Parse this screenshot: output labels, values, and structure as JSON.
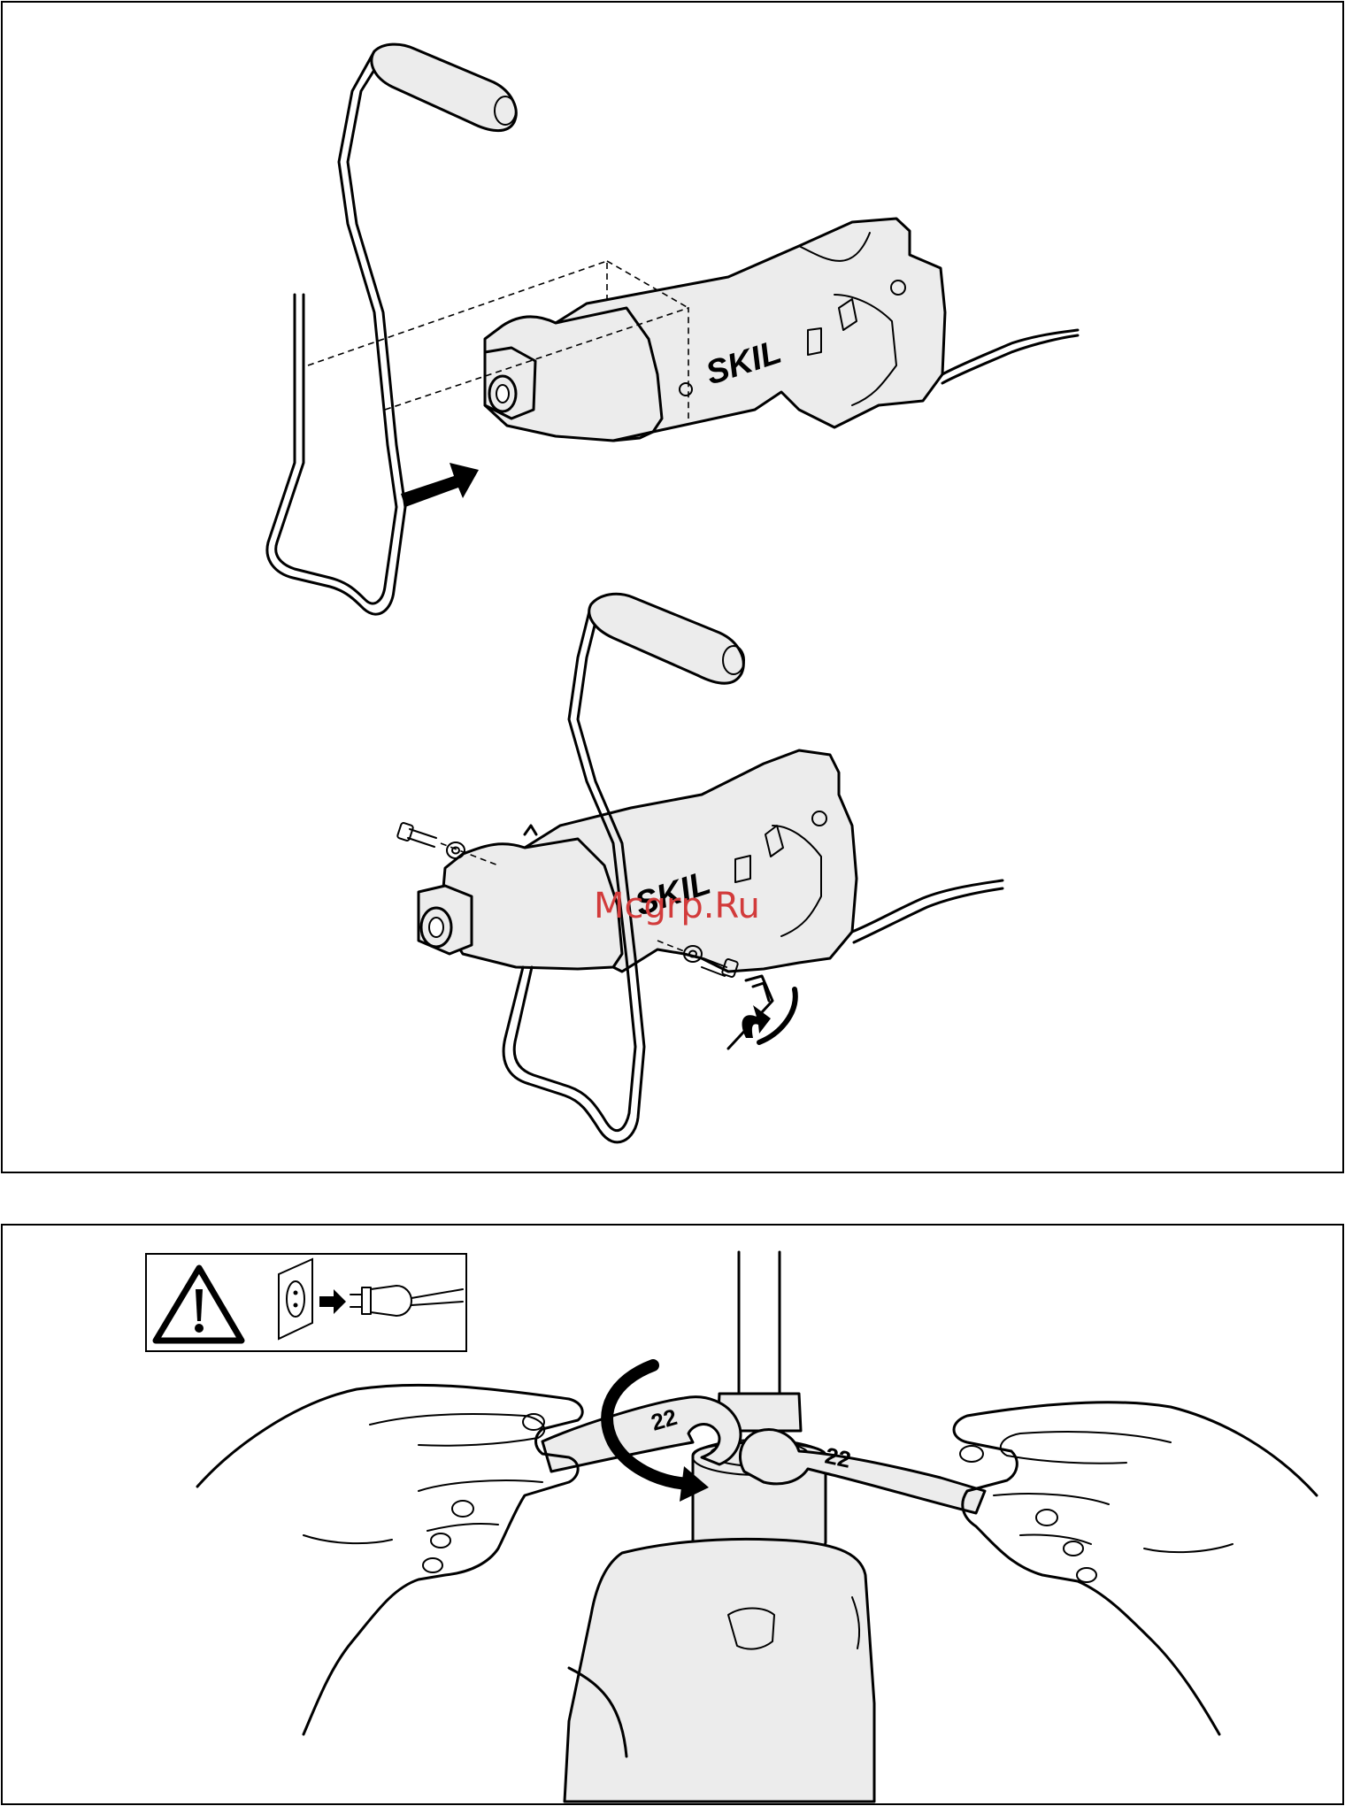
{
  "figure_top": {
    "brand_label_upper": "SKIL",
    "brand_label_lower": "SKIL"
  },
  "watermark": "Mcgrp.Ru",
  "figure_bottom": {
    "warning_icon": "warning-triangle-icon",
    "socket_icon": "wall-socket-icon",
    "arrow_icon": "arrow-right-icon",
    "plug_icon": "power-plug-icon",
    "wrench_size_left": "22",
    "wrench_size_right": "22"
  }
}
